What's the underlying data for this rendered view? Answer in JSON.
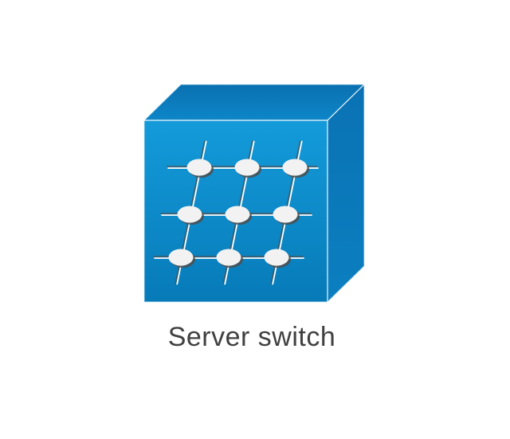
{
  "page": {
    "background_color": "#ffffff"
  },
  "diagram": {
    "label": "Server switch",
    "label_color": "#404040",
    "icon": {
      "name": "server-switch",
      "shape": "cube",
      "matrix_rows": 3,
      "matrix_cols": 3,
      "front_gradient_top": "#149bda",
      "front_gradient_bottom": "#077ab8",
      "top_face_back": "#0a70b0",
      "top_face_front": "#0d86c8",
      "side_face_top": "#0a72b4",
      "side_face_bottom": "#0b7fc0",
      "edge_highlight": "#ffffff",
      "outline_tint": "#d8effa",
      "node_fill": "#f2f2f2",
      "shadow_color": "#4d4d4d",
      "line_color": "#ffffff"
    }
  }
}
